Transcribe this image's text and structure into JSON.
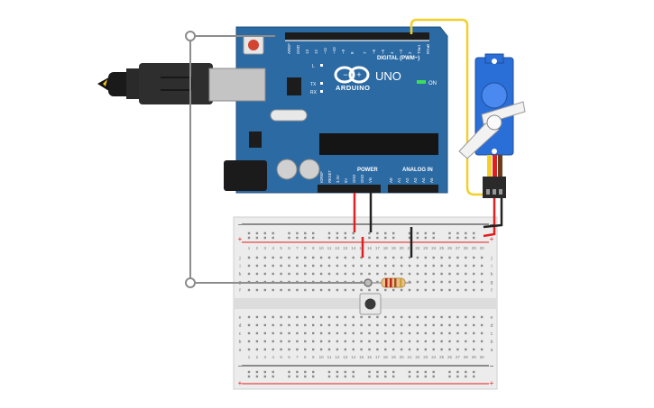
{
  "arduino": {
    "brand": "ARDUINO",
    "model": "UNO",
    "on_label": "ON",
    "led_l": "L",
    "led_tx": "TX",
    "led_rx": "RX",
    "digital_header": "DIGITAL (PWM~)",
    "digital_pins": [
      "AREF",
      "GND",
      "13",
      "12",
      "~11",
      "~10",
      "~9",
      "8",
      "7",
      "~6",
      "~5",
      "4",
      "~3",
      "2",
      "TX▸1",
      "RX◂0"
    ],
    "power_header": "POWER",
    "power_pins": [
      "IOREF",
      "RESET",
      "3.3V",
      "5V",
      "GND",
      "GND",
      "Vin"
    ],
    "analog_header": "ANALOG IN",
    "analog_pins": [
      "A0",
      "A1",
      "A2",
      "A3",
      "A4",
      "A5"
    ]
  },
  "breadboard": {
    "rail_minus": "−",
    "rail_plus": "+",
    "rows_top": [
      "j",
      "i",
      "h",
      "g",
      "f"
    ],
    "rows_bottom": [
      "e",
      "d",
      "c",
      "b",
      "a"
    ],
    "column_numbers": [
      "1",
      "2",
      "3",
      "4",
      "5",
      "6",
      "7",
      "8",
      "9",
      "10",
      "11",
      "12",
      "13",
      "14",
      "15",
      "16",
      "17",
      "18",
      "19",
      "20",
      "21",
      "22",
      "23",
      "24",
      "25",
      "26",
      "27",
      "28",
      "29",
      "30"
    ]
  },
  "colors": {
    "board": "#2c6aa3",
    "wire_red": "#e02020",
    "wire_black": "#222222",
    "wire_yellow": "#f2d02a",
    "wire_gray": "#8c8c8c",
    "servo": "#2a6ed8"
  }
}
